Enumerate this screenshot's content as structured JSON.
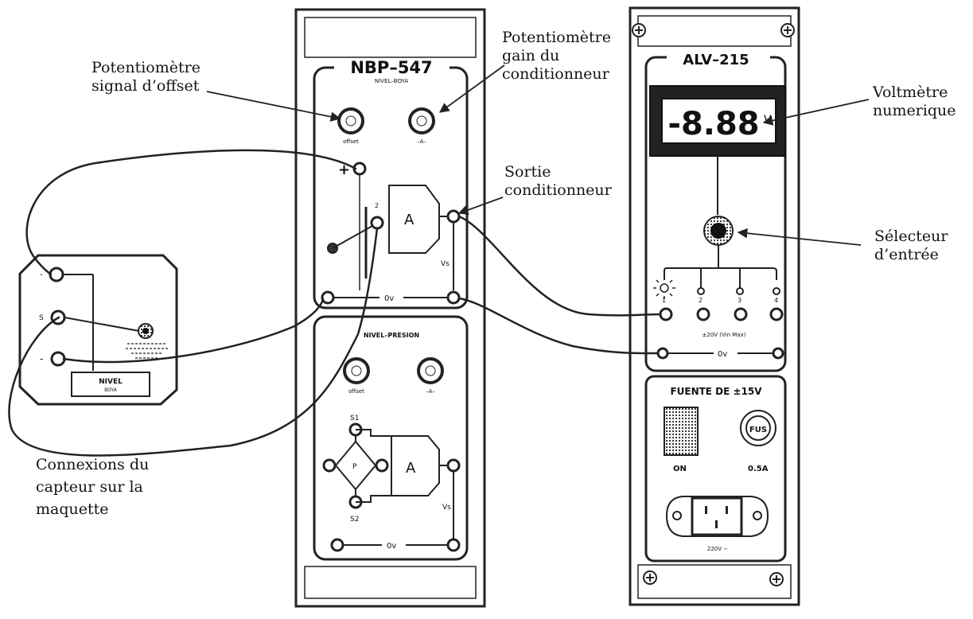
{
  "annotations": {
    "pot_offset": [
      "Potentiomètre",
      "signal d’offset"
    ],
    "pot_gain": [
      "Potentiomètre",
      "gain du",
      "conditionneur"
    ],
    "voltmetre": [
      "Voltmètre",
      "numerique"
    ],
    "sortie": [
      "Sortie",
      "conditionneur"
    ],
    "selecteur": [
      "Sélecteur",
      "d’entrée"
    ],
    "connexions": [
      "Connexions du",
      "capteur sur la",
      "maquette"
    ]
  },
  "panel_left": {
    "title": "NBP–547",
    "section1_title": "NIVEL–BOYA",
    "section1_knob1_label": "offset",
    "section1_knob2_label": "–A–",
    "amp_label": "A",
    "plus_label": "+",
    "input_label": "2",
    "vs_label": "Vs",
    "ov_label": "0v",
    "section2_title": "NIVEL–PRESION",
    "section2_knob1_label": "offset",
    "section2_knob2_label": "–A–",
    "bridge_label": "P",
    "s1_label": "S1",
    "s2_label": "S2",
    "amp2_label": "A",
    "vs2_label": "Vs",
    "ov2_label": "0v"
  },
  "panel_right": {
    "title": "ALV–215",
    "display_value": "-8.88",
    "display_unit": "V",
    "input_labels": [
      "1",
      "2",
      "3",
      "4"
    ],
    "range_label": "±20V (Vin Max)",
    "ov_label": "0v",
    "psu_title": "FUENTE DE ±15V",
    "on_label": "ON",
    "fuse_label": "FUS",
    "fuse_rating": "0.5A",
    "mains_label": "220V ∼"
  },
  "sensor_box": {
    "label_line1": "NIVEL",
    "label_line2": "BOYA",
    "terminal_minus": "-",
    "terminal_s": "S"
  }
}
